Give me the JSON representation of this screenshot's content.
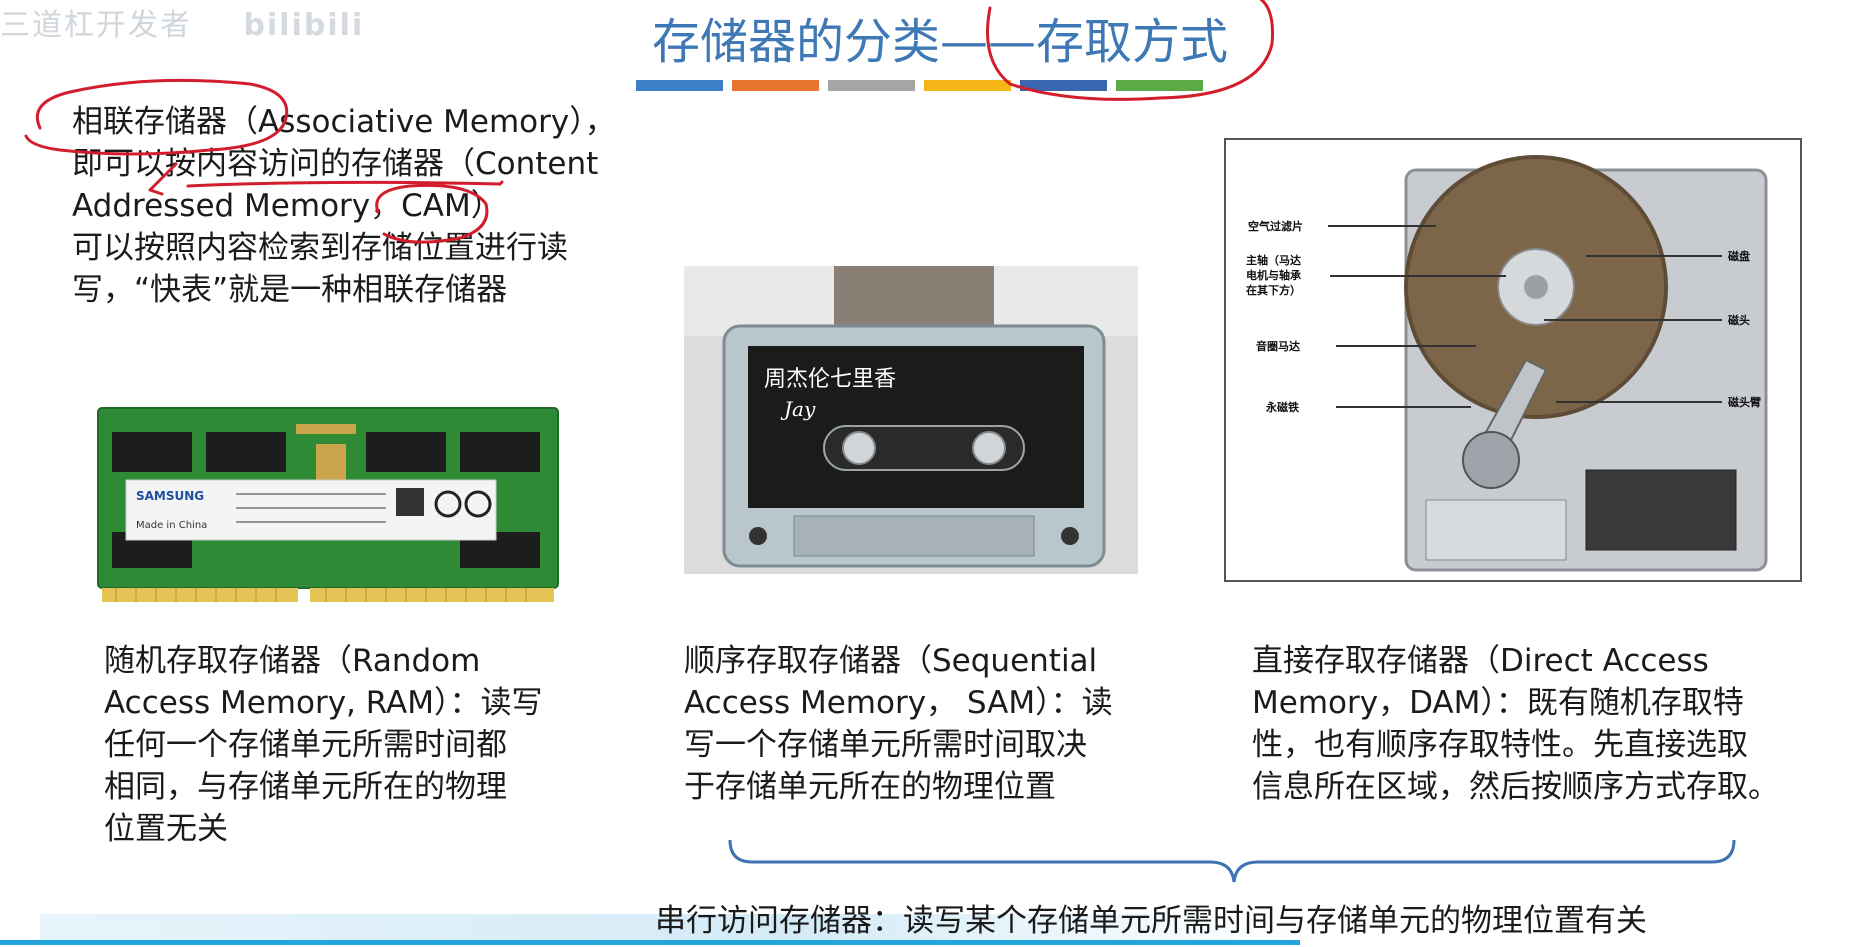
{
  "watermark": {
    "text": "三道杠开发者",
    "logo": "bilibili"
  },
  "title": "存储器的分类——存取方式",
  "colors": {
    "title": "#3e78b5",
    "bar": [
      "#3d7fc4",
      "#e9742f",
      "#a5a5a5",
      "#f5b617",
      "#3a67b0",
      "#5aab45"
    ],
    "annotation": "#d21e2c",
    "brace": "#3f72b0"
  },
  "cam": {
    "lines": [
      "相联存储器（Associative Memory），",
      "即可以按内容访问的存储器（Content",
      "Addressed Memory，CAM）",
      "可以按照内容检索到存储位置进行读",
      "写，“快表”就是一种相联存储器"
    ]
  },
  "ram": {
    "image_icon": "ram-module-icon",
    "chip_label": "SAMSUNG",
    "made_in": "Made in China",
    "lines": [
      "随机存取存储器（Random",
      "Access Memory, RAM）：读写",
      "任何一个存储单元所需时间都",
      "相同，与存储单元所在的物理",
      "位置无关"
    ]
  },
  "sam": {
    "image_icon": "cassette-tape-icon",
    "tape_label": "周杰伦七里香",
    "tape_sub": "Jay",
    "lines": [
      "顺序存取存储器（Sequential",
      "Access Memory， SAM）：读",
      "写一个存储单元所需时间取决",
      "于存储单元所在的物理位置"
    ]
  },
  "dam": {
    "image_icon": "hard-disk-icon",
    "callouts": {
      "air_filter": "空气过滤片",
      "spindle": [
        "主轴（马达",
        "电机与轴承",
        "在其下方）"
      ],
      "voice_coil": "音圈马达",
      "magnet": "永磁铁",
      "platter": "磁盘",
      "head": "磁头",
      "arm": "磁头臂"
    },
    "lines": [
      "直接存取存储器（Direct Access",
      "Memory，DAM）：既有随机存取特",
      "性，也有顺序存取特性。先直接选取",
      "信息所在区域，然后按顺序方式存取。"
    ]
  },
  "footer": "串行访问存储器：读写某个存储单元所需时间与存储单元的物理位置有关"
}
